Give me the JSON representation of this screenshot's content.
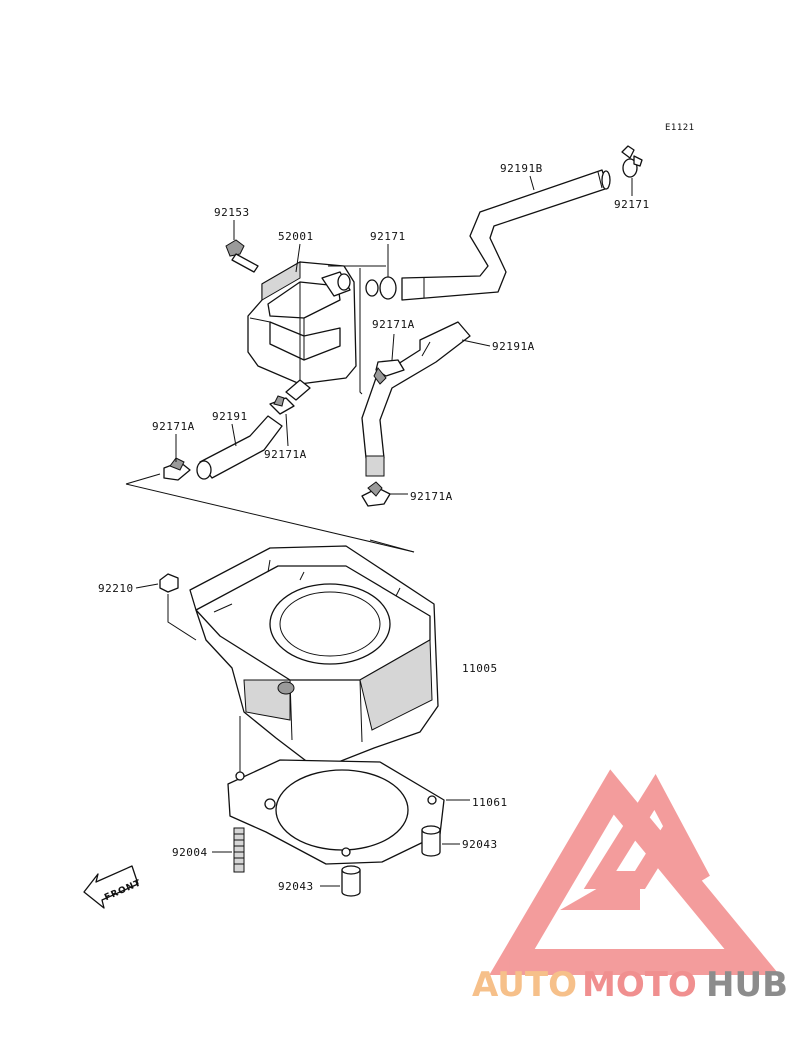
{
  "diagram": {
    "ref_code": "E1121",
    "front_label": "FRONT",
    "parts": [
      {
        "id": "92153",
        "label": "92153"
      },
      {
        "id": "52001",
        "label": "52001"
      },
      {
        "id": "92171-top",
        "label": "92171"
      },
      {
        "id": "92191B",
        "label": "92191B"
      },
      {
        "id": "92171-right",
        "label": "92171"
      },
      {
        "id": "92171A-upper",
        "label": "92171A"
      },
      {
        "id": "92191A",
        "label": "92191A"
      },
      {
        "id": "92171A-left",
        "label": "92171A"
      },
      {
        "id": "92191",
        "label": "92191"
      },
      {
        "id": "92171A-mid",
        "label": "92171A"
      },
      {
        "id": "92171A-bottom",
        "label": "92171A"
      },
      {
        "id": "92210",
        "label": "92210"
      },
      {
        "id": "11005",
        "label": "11005"
      },
      {
        "id": "11061",
        "label": "11061"
      },
      {
        "id": "92004",
        "label": "92004"
      },
      {
        "id": "92043-right",
        "label": "92043"
      },
      {
        "id": "92043-bottom",
        "label": "92043"
      }
    ]
  },
  "watermark": {
    "part1": "AUTO",
    "part2": "MOTO",
    "part3": "HUB",
    "color_auto": "#f6c08a",
    "color_moto": "#f08f8f",
    "color_hub": "#8c8c8c",
    "logo_color": "#f28b8b"
  }
}
